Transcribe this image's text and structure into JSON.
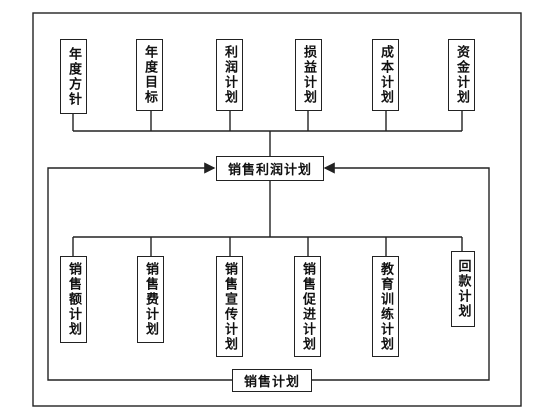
{
  "center": {
    "label": "销售利润计划"
  },
  "bottom": {
    "label": "销售计划"
  },
  "top_boxes": [
    {
      "label": "年度方针"
    },
    {
      "label": "年度目标"
    },
    {
      "label": "利润计划"
    },
    {
      "label": "损益计划"
    },
    {
      "label": "成本计划"
    },
    {
      "label": "资金计划"
    }
  ],
  "bottom_boxes": [
    {
      "label": "销售额计划"
    },
    {
      "label": "销售费计划"
    },
    {
      "label": "销售宣传计划"
    },
    {
      "label": "销售促进计划"
    },
    {
      "label": "教育训练计划"
    },
    {
      "label": "回款计划"
    }
  ],
  "colors": {
    "line": "#222222",
    "background": "#ffffff"
  }
}
